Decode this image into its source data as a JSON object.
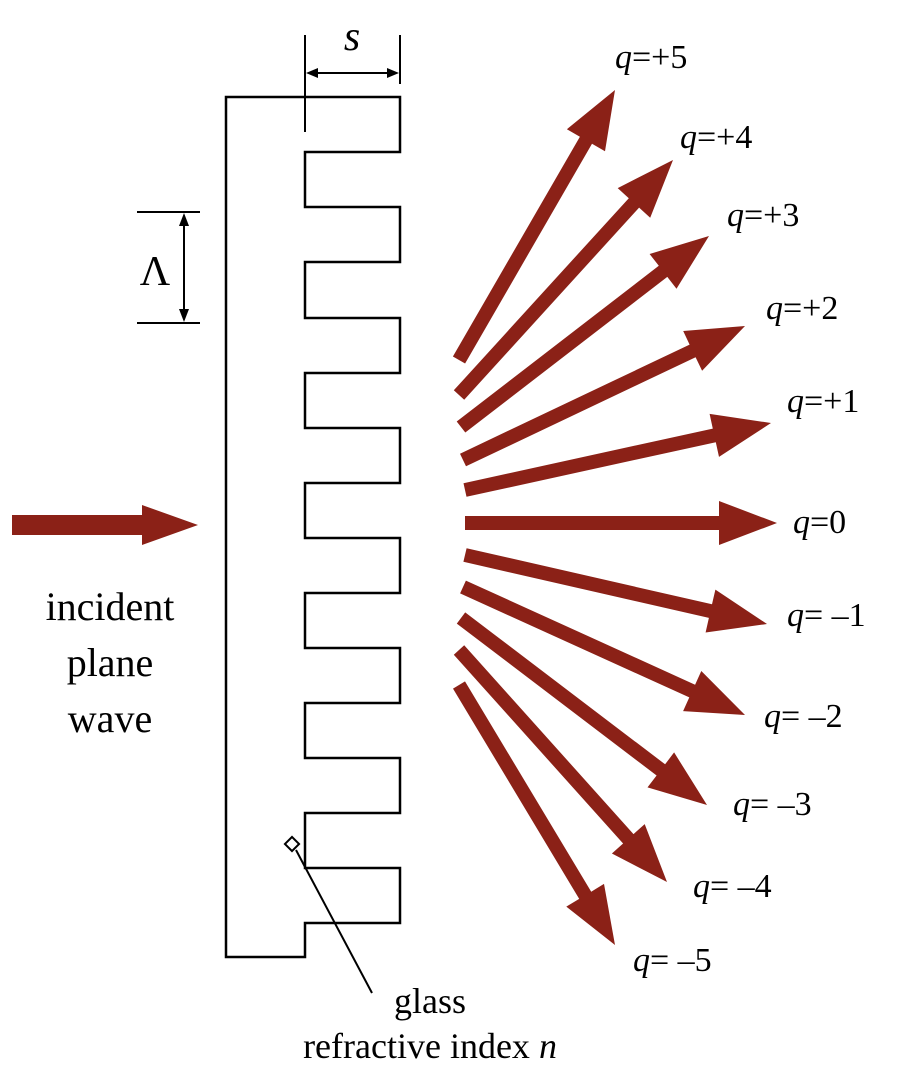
{
  "colors": {
    "arrow": "#8b2117",
    "outline": "#000000",
    "background": "#ffffff"
  },
  "labels": {
    "period_symbol": "Λ",
    "depth_symbol": "s",
    "incident_line1": "incident",
    "incident_line2": "plane",
    "incident_line3": "wave",
    "glass_line1": "glass",
    "glass_line2_prefix": "refractive index ",
    "glass_line2_symbol": "n"
  },
  "orders": [
    {
      "var": "q",
      "rest": "=+5"
    },
    {
      "var": "q",
      "rest": "=+4"
    },
    {
      "var": "q",
      "rest": "=+3"
    },
    {
      "var": "q",
      "rest": "=+2"
    },
    {
      "var": "q",
      "rest": "=+1"
    },
    {
      "var": "q",
      "rest": "=0"
    },
    {
      "var": "q",
      "rest": "= –1"
    },
    {
      "var": "q",
      "rest": "= –2"
    },
    {
      "var": "q",
      "rest": "= –3"
    },
    {
      "var": "q",
      "rest": "= –4"
    },
    {
      "var": "q",
      "rest": "= –5"
    }
  ]
}
